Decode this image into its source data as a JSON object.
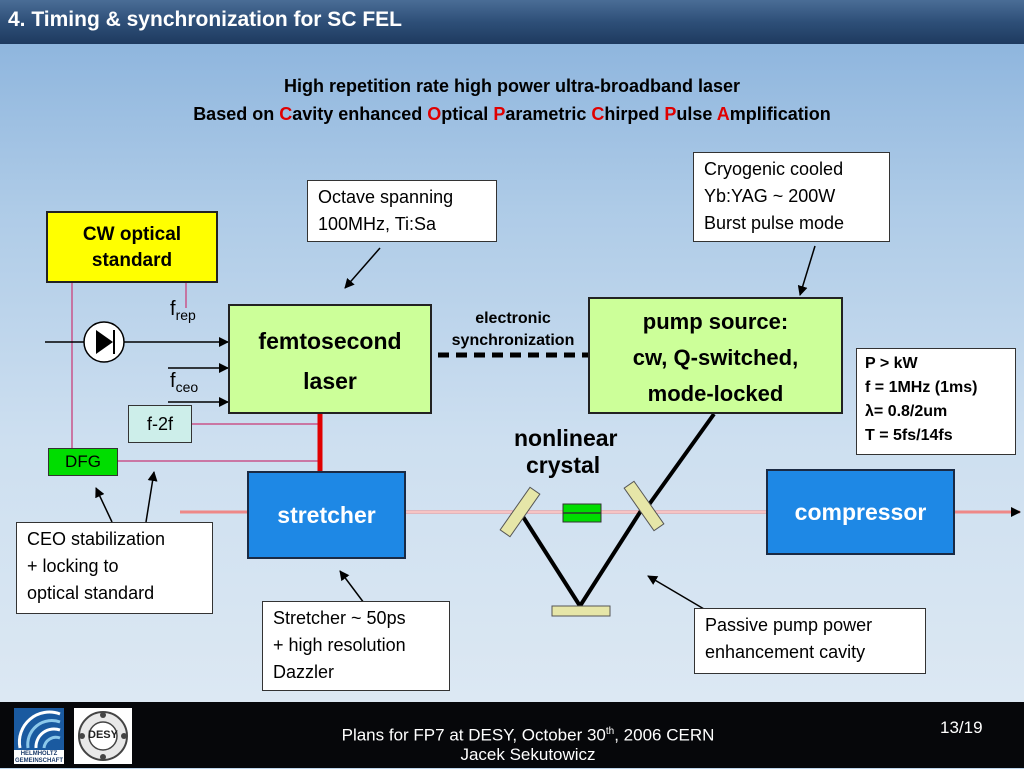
{
  "header": {
    "title": "4. Timing & synchronization for SC FEL"
  },
  "heading": {
    "line1": "High repetition rate high power ultra-broadband laser",
    "line2_prefix": "Based on ",
    "words": [
      {
        "initial": "C",
        "rest": "avity enhanced "
      },
      {
        "initial": "O",
        "rest": "ptical "
      },
      {
        "initial": "P",
        "rest": "arametric "
      },
      {
        "initial": "C",
        "rest": "hirped "
      },
      {
        "initial": "P",
        "rest": "ulse "
      },
      {
        "initial": "A",
        "rest": "mplification"
      }
    ]
  },
  "boxes": {
    "cw_standard": {
      "line1": "CW optical",
      "line2": "standard"
    },
    "femto": {
      "line1": "femtosecond",
      "line2": "laser"
    },
    "pump": {
      "line1": "pump source:",
      "line2": "cw, Q-switched,",
      "line3": "mode-locked"
    },
    "stretcher": "stretcher",
    "compressor": "compressor",
    "f2f": "f-2f",
    "dfg": "DFG"
  },
  "labels": {
    "frep": {
      "main": "f",
      "sub": "rep"
    },
    "fceo": {
      "main": "f",
      "sub": "ceo"
    },
    "electronic_sync": {
      "line1": "electronic",
      "line2": "synchronization"
    },
    "nonlinear": {
      "line1": "nonlinear",
      "line2": "crystal"
    }
  },
  "notes": {
    "octave": [
      "Octave spanning",
      "100MHz, Ti:Sa"
    ],
    "cryogenic": [
      "Cryogenic cooled",
      "Yb:YAG ~ 200W",
      "Burst pulse mode"
    ],
    "params": [
      "P > kW",
      "f = 1MHz (1ms)",
      "λ= 0.8/2um",
      "T = 5fs/14fs"
    ],
    "ceo": [
      "CEO stabilization",
      "+ locking to",
      "optical standard"
    ],
    "stretcher": [
      "Stretcher ~ 50ps",
      "+ high resolution",
      "Dazzler"
    ],
    "passive": [
      "Passive pump power",
      "enhancement cavity"
    ]
  },
  "footer": {
    "line1_prefix": "Plans for FP7 at DESY, October 30",
    "line1_sup": "th",
    "line1_suffix": ", 2006 CERN",
    "line2": "Jacek Sekutowicz",
    "page": "13/19",
    "logo_helmholtz": "HELMHOLTZ GEMEINSCHAFT",
    "logo_desy": "DESY"
  },
  "colors": {
    "accent_red": "#e00000",
    "box_green": "#ccff99",
    "box_blue": "#1e88e5",
    "cw_yellow": "#ffff00",
    "dfg_green": "#00dd00"
  }
}
